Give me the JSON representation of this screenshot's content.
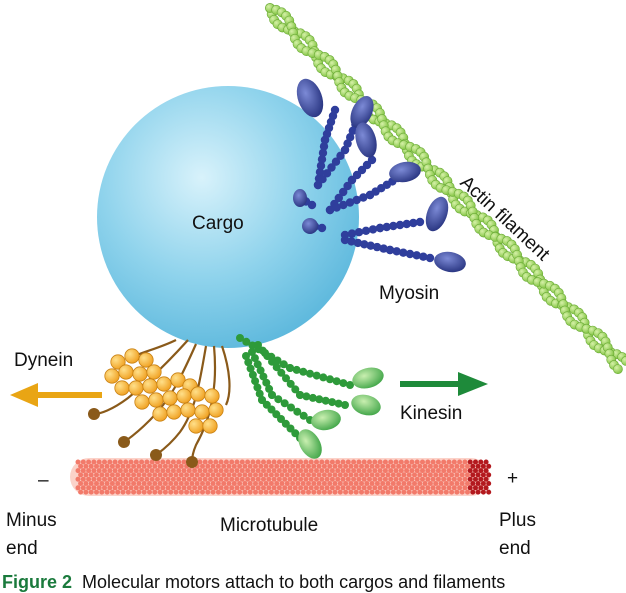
{
  "labels": {
    "cargo": "Cargo",
    "actin_filament": "Actin filament",
    "myosin": "Myosin",
    "dynein": "Dynein",
    "kinesin": "Kinesin",
    "minus_sign": "–",
    "plus_sign": "+",
    "minus_end": "Minus\nend",
    "plus_end": "Plus\nend",
    "microtubule": "Microtubule"
  },
  "caption": {
    "figure_label": "Figure 2",
    "text": "Molecular motors attach to both cargos and filaments"
  },
  "colors": {
    "cargo": "#8fd3ec",
    "actin": "#8fcf4a",
    "myosin": "#2f3e9c",
    "kinesin": "#2e9a3a",
    "dynein": "#f3a81f",
    "dynein_stalk": "#8a5a1a",
    "microtubule": "#f27a6a",
    "microtubule_tip": "#b3191e",
    "dynein_arrow": "#e9a514",
    "kinesin_arrow": "#1e8a3a",
    "caption_label": "#1a7a3c"
  }
}
